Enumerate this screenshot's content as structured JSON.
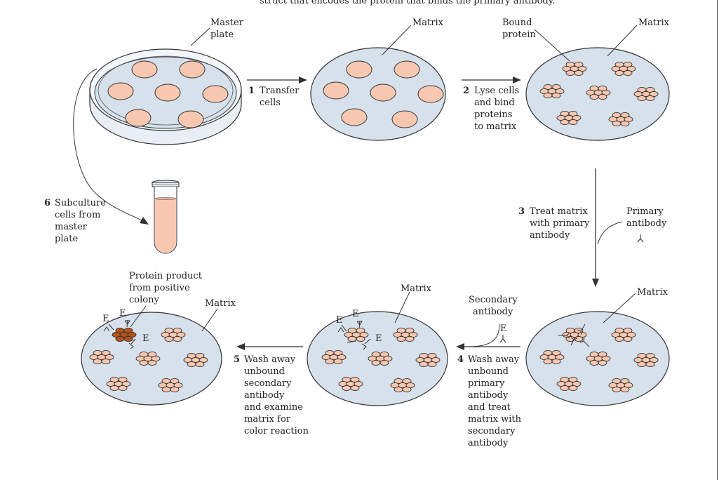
{
  "caption_fragment": "struct that encodes the protein that binds the primary antibody.",
  "labels": {
    "master_plate": [
      "Master",
      "plate"
    ],
    "matrix": "Matrix",
    "bound_protein": [
      "Bound",
      "protein"
    ],
    "primary_antibody": [
      "Primary",
      "antibody"
    ],
    "secondary_antibody": [
      "Secondary",
      "antibody"
    ],
    "protein_product": [
      "Protein product",
      "from positive",
      "colony"
    ],
    "enzyme": "E"
  },
  "steps": [
    {
      "num": "1",
      "lines": [
        "Transfer",
        "cells"
      ]
    },
    {
      "num": "2",
      "lines": [
        "Lyse cells",
        "and bind",
        "proteins",
        "to matrix"
      ]
    },
    {
      "num": "3",
      "lines": [
        "Treat matrix",
        "with primary",
        "antibody"
      ]
    },
    {
      "num": "4",
      "lines": [
        "Wash away",
        "unbound",
        "primary",
        "antibody",
        "and treat",
        "matrix with",
        "secondary",
        "antibody"
      ]
    },
    {
      "num": "5",
      "lines": [
        "Wash away",
        "unbound",
        "secondary",
        "antibody",
        "and examine",
        "matrix for",
        "color reaction"
      ]
    },
    {
      "num": "6",
      "lines": [
        "Subculture",
        "cells from",
        "master",
        "plate"
      ]
    }
  ],
  "colors": {
    "matrix_fill": "#d6e1ec",
    "colony_fill": "#f8c7b0",
    "positive_colony_fill": "#b5531c",
    "tube_liquid": "#f8c7b0",
    "outline": "#333333"
  }
}
